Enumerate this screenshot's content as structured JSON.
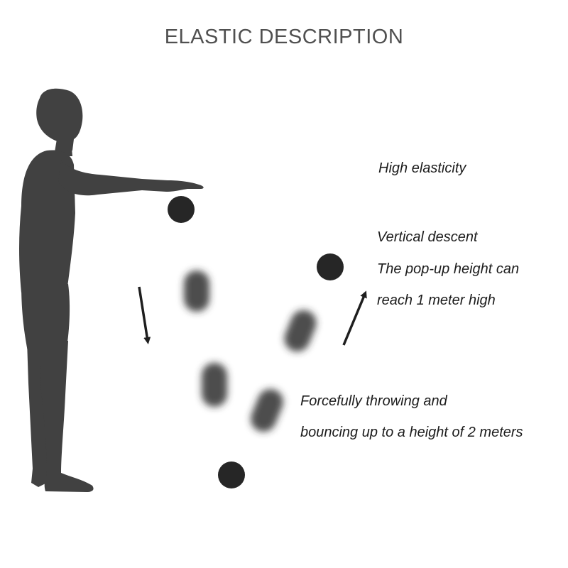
{
  "title": "ELASTIC DESCRIPTION",
  "captions": {
    "high_elasticity": "High elasticity",
    "vertical": [
      "Vertical descent",
      "The pop-up height can",
      "reach 1 meter high"
    ],
    "forceful": [
      "Forcefully throwing and",
      "bouncing up to a height of 2 meters"
    ]
  },
  "colors": {
    "silhouette": "#414141",
    "ball": "#262626",
    "arrow": "#1e1e1e",
    "title": "#505050",
    "caption": "#1c1c1c"
  },
  "icons": [
    "person-silhouette",
    "ball",
    "motion-blur-ball",
    "arrow-down",
    "arrow-up"
  ]
}
